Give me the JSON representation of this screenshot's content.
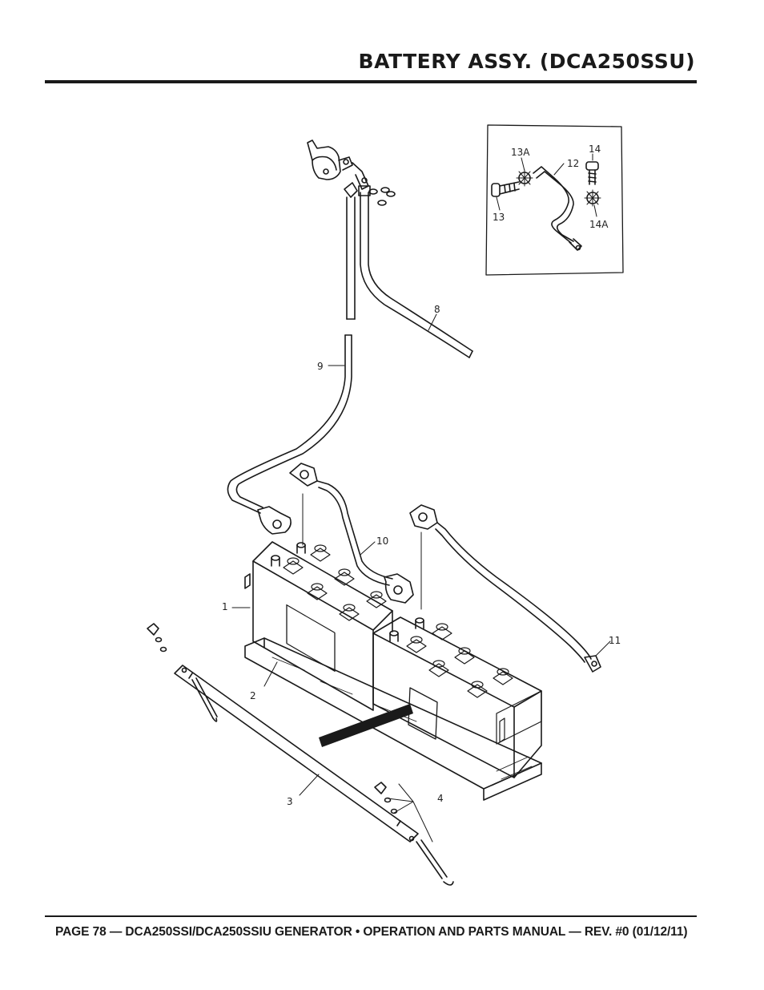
{
  "header": {
    "title": "BATTERY ASSY. (DCA250SSU)"
  },
  "footer": {
    "text": "PAGE 78 — DCA250SSI/DCA250SSIU GENERATOR • OPERATION AND PARTS MANUAL — REV. #0 (01/12/11)"
  },
  "diagram": {
    "callouts": {
      "c1": "1",
      "c2": "2",
      "c3": "3",
      "c4": "4",
      "c8": "8",
      "c9": "9",
      "c10": "10",
      "c11": "11",
      "c12": "12",
      "c13": "13",
      "c13a": "13A",
      "c14": "14",
      "c14a": "14A"
    }
  }
}
